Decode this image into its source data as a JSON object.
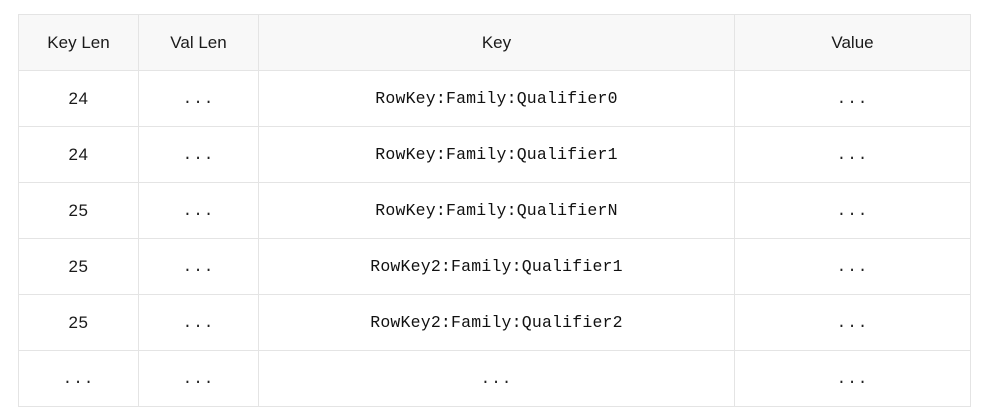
{
  "table": {
    "columns": [
      {
        "key": "key_len",
        "label": "Key Len"
      },
      {
        "key": "val_len",
        "label": "Val Len"
      },
      {
        "key": "key",
        "label": "Key"
      },
      {
        "key": "value",
        "label": "Value"
      }
    ],
    "rows": [
      {
        "key_len": "24",
        "val_len": "...",
        "key": "RowKey:Family:Qualifier0",
        "value": "..."
      },
      {
        "key_len": "24",
        "val_len": "...",
        "key": "RowKey:Family:Qualifier1",
        "value": "..."
      },
      {
        "key_len": "25",
        "val_len": "...",
        "key": "RowKey:Family:QualifierN",
        "value": "..."
      },
      {
        "key_len": "25",
        "val_len": "...",
        "key": "RowKey2:Family:Qualifier1",
        "value": "..."
      },
      {
        "key_len": "25",
        "val_len": "...",
        "key": "RowKey2:Family:Qualifier2",
        "value": "..."
      },
      {
        "key_len": "...",
        "val_len": "...",
        "key": "...",
        "value": "..."
      }
    ]
  },
  "colors": {
    "header_background": "#f8f8f8",
    "body_background": "#ffffff",
    "border": "#e4e4e4",
    "text": "#1a1a1a",
    "page_background": "#ffffff"
  }
}
